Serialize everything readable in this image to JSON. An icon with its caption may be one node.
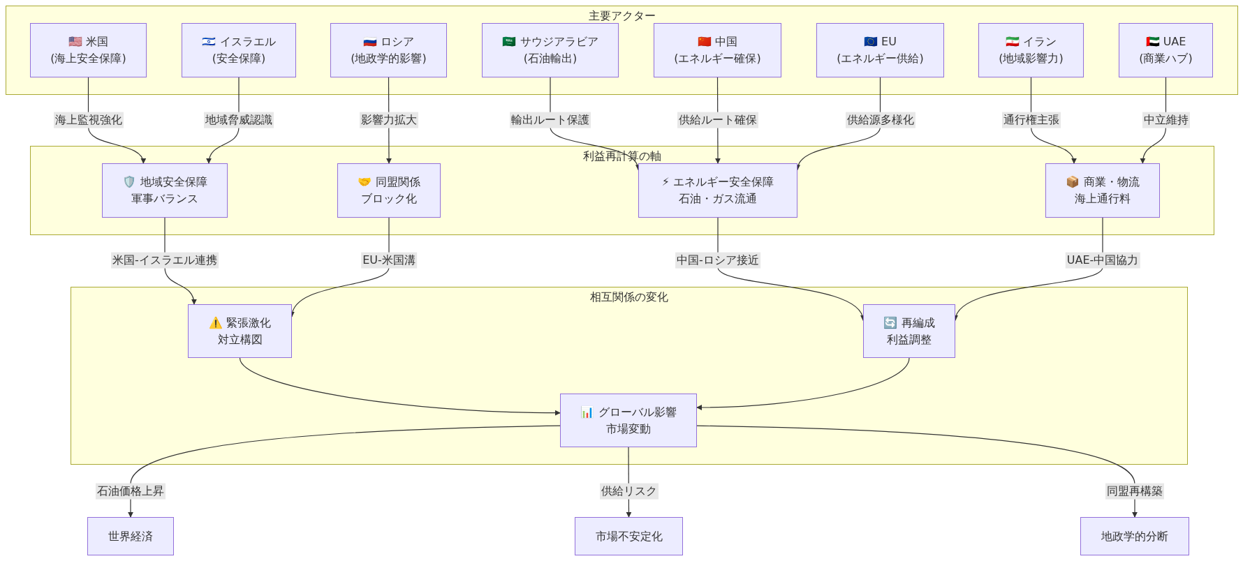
{
  "diagram": {
    "nodes": [
      {
        "text": [
          "主要アクター"
        ]
      },
      {
        "text": [
          "🇺🇸 米国 (海上安全保障)"
        ],
        "in": 0
      },
      {
        "text": [
          "🇮🇱 イスラエル (安全保障)"
        ],
        "in": 0
      },
      {
        "text": [
          "🇷🇺 ロシア (地政学的影響)"
        ],
        "in": 0
      },
      {
        "text": [
          "🇸🇦 サウジアラビア (石油輸出)"
        ],
        "in": 0
      },
      {
        "text": [
          "🇨🇳 中国 (エネルギー確保)"
        ],
        "in": 0
      },
      {
        "text": [
          "🇪🇺 EU (エネルギー供給)"
        ],
        "in": 0
      },
      {
        "text": [
          "🇮🇷 イラン (地域影響力)"
        ],
        "in": 0
      },
      {
        "text": [
          "🇦🇪 UAE (商業ハブ)"
        ],
        "in": 0
      },
      {
        "text": [
          "利益再計算の軸"
        ]
      },
      {
        "text": [
          "🛡️ 地域安全保障",
          "軍事バランス"
        ],
        "in": 9
      },
      {
        "text": [
          "🤝 同盟関係",
          "ブロック化"
        ],
        "in": 9
      },
      {
        "text": [
          "⚡ エネルギー安全保障",
          "石油・ガス流通"
        ],
        "in": 9
      },
      {
        "text": [
          "📦 商業・物流",
          "海上通行料"
        ],
        "in": 9
      },
      {
        "text": [
          "相互関係の変化"
        ]
      },
      {
        "text": [
          "⚠️ 緊張激化",
          "対立構図"
        ],
        "in": 14
      },
      {
        "text": [
          "🔄 再編成",
          "利益調整"
        ],
        "in": 14
      },
      {
        "text": [
          "📊 グローバル影響",
          "市場変動"
        ],
        "in": 14
      },
      {
        "text": [
          "世界経済"
        ]
      },
      {
        "text": [
          "市場不安定化"
        ]
      },
      {
        "text": [
          "地政学的分断"
        ]
      }
    ],
    "edges": [
      {
        "from": 1,
        "to": 10,
        "arrow": "to",
        "label": "海上監視強化"
      },
      {
        "from": 2,
        "to": 10,
        "arrow": "to",
        "label": "地域脅威認識"
      },
      {
        "from": 3,
        "to": 11,
        "arrow": "to",
        "label": "影響力拡大"
      },
      {
        "from": 4,
        "to": 12,
        "arrow": "to",
        "label": "輸出ルート保護"
      },
      {
        "from": 5,
        "to": 12,
        "arrow": "to",
        "label": "供給ルート確保"
      },
      {
        "from": 6,
        "to": 12,
        "arrow": "to",
        "label": "供給源多様化"
      },
      {
        "from": 7,
        "to": 13,
        "arrow": "to",
        "label": "通行権主張"
      },
      {
        "from": 8,
        "to": 13,
        "arrow": "to",
        "label": "中立維持"
      },
      {
        "from": 10,
        "to": 15,
        "arrow": "to",
        "label": "米国-イスラエル連携"
      },
      {
        "from": 11,
        "to": 15,
        "arrow": "to",
        "label": "EU-米国溝"
      },
      {
        "from": 12,
        "to": 16,
        "arrow": "to",
        "label": "中国-ロシア接近"
      },
      {
        "from": 13,
        "to": 16,
        "arrow": "to",
        "label": "UAE-中国協力"
      },
      {
        "from": 15,
        "to": 17,
        "arrow": "to"
      },
      {
        "from": 16,
        "to": 17,
        "arrow": "to"
      },
      {
        "from": 17,
        "to": 18,
        "arrow": "to",
        "label": "石油価格上昇"
      },
      {
        "from": 17,
        "to": 19,
        "arrow": "to",
        "label": "供給リスク"
      },
      {
        "from": 17,
        "to": 20,
        "arrow": "to",
        "label": "同盟再構築"
      }
    ]
  }
}
